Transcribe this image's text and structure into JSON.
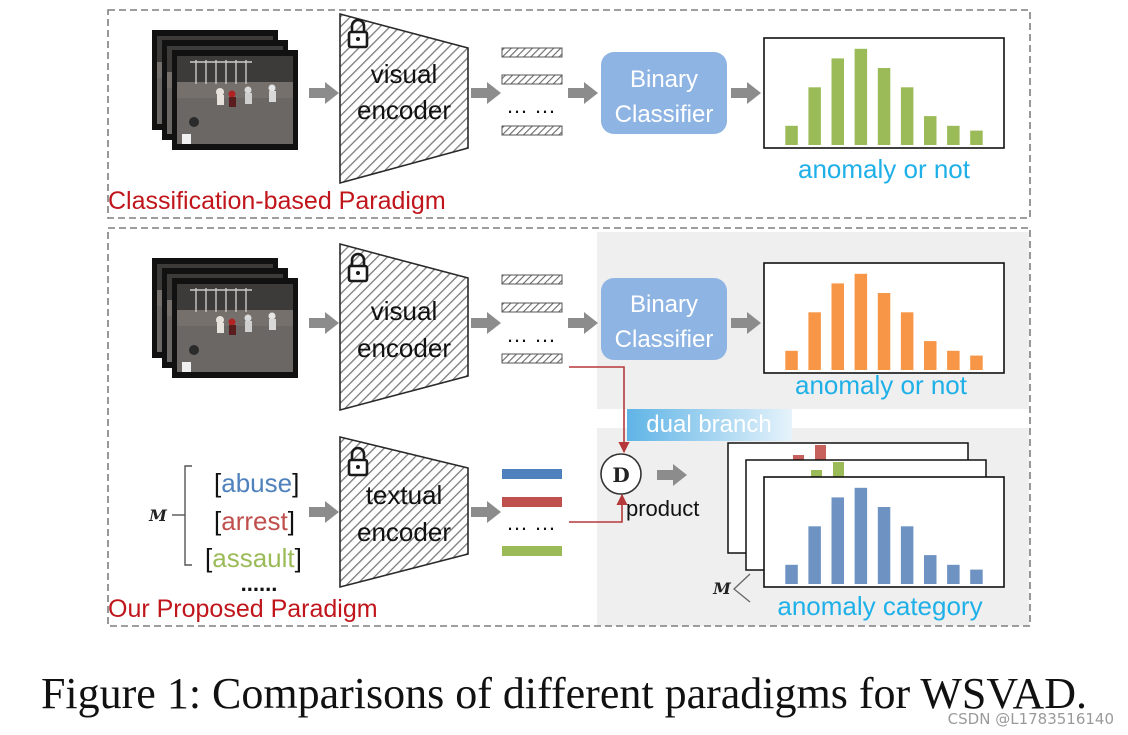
{
  "colors": {
    "accent_red": "#c0151b",
    "accent_cyan": "#1fb0e8",
    "classifier_box": "#8eb4e3",
    "bar_green": "#9bbb59",
    "bar_orange": "#f79646",
    "bar_blue": "#6e93c3",
    "tag_blue": "#4f81bd",
    "tag_red": "#c0504d",
    "tag_green": "#9bbb59",
    "panel_gray": "#efefef"
  },
  "top_panel": {
    "paradigm_label": "Classification-based Paradigm",
    "encoder_label_line1": "visual",
    "encoder_label_line2": "encoder",
    "ellipsis": "… …",
    "classifier_line1": "Binary",
    "classifier_line2": "Classifier",
    "output_label": "anomaly or not",
    "encoder_icon": "lock-icon"
  },
  "bottom_panel": {
    "paradigm_label": "Our Proposed Paradigm",
    "visual_encoder_line1": "visual",
    "visual_encoder_line2": "encoder",
    "textual_encoder_line1": "textual",
    "textual_encoder_line2": "encoder",
    "ellipsis": "… …",
    "classifier_line1": "Binary",
    "classifier_line2": "Classifier",
    "output_label_binary": "anomaly or not",
    "dual_branch_label": "dual branch",
    "product_symbol": "D",
    "product_label": "product",
    "category_label": "anomaly category",
    "m_symbol": "M",
    "categories": [
      "abuse",
      "arrest",
      "assault"
    ],
    "categories_more": "......",
    "encoder_icon": "lock-icon"
  },
  "caption": "Figure 1: Comparisons of different paradigms for WSVAD.",
  "watermark": "CSDN @L1783516140",
  "chart_data": [
    {
      "type": "bar",
      "name": "top-anomaly-or-not",
      "values": [
        2,
        6,
        9,
        10,
        8,
        6,
        3,
        2,
        1.5
      ],
      "ylim": [
        0,
        10.5
      ]
    },
    {
      "type": "bar",
      "name": "bottom-anomaly-or-not",
      "values": [
        2,
        6,
        9,
        10,
        8,
        6,
        3,
        2,
        1.5
      ],
      "ylim": [
        0,
        10.5
      ]
    },
    {
      "type": "bar",
      "name": "anomaly-category",
      "values": [
        2,
        6,
        9,
        10,
        8,
        6,
        3,
        2,
        1.5
      ],
      "ylim": [
        0,
        10.5
      ]
    }
  ]
}
